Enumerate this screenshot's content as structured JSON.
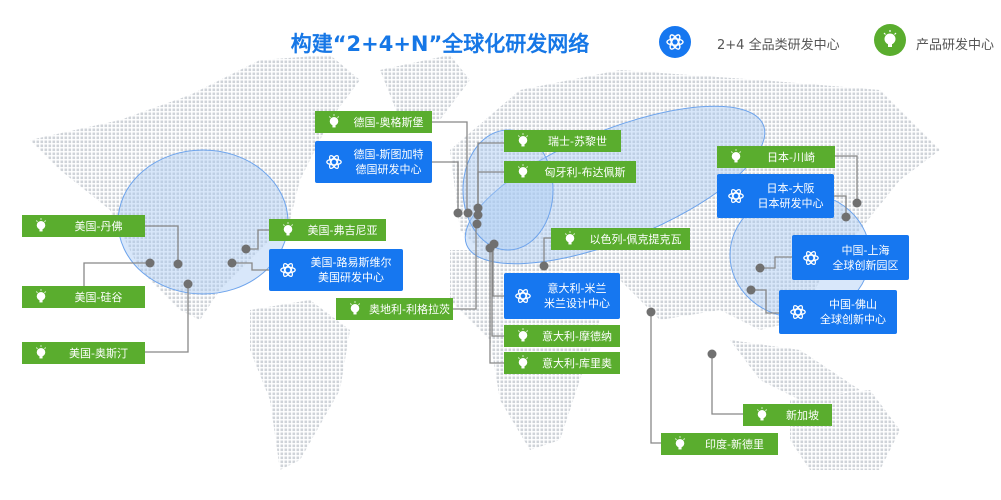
{
  "title": "构建“2+4+N”全球化研发网络",
  "legend": [
    {
      "icon": "atom-icon",
      "label": "2+4 全品类研发中心",
      "color": "#1677f0"
    },
    {
      "icon": "lightbulb-icon",
      "label": "产品研发中心",
      "color": "#5aad2e"
    }
  ],
  "colors": {
    "full_center": "#1677f0",
    "product_center": "#5aad2e",
    "connector": "#777777"
  },
  "centers": {
    "de_augsburg": {
      "type": "product",
      "label": "德国-奥格斯堡"
    },
    "de_stuttgart": {
      "type": "full",
      "line1": "德国-斯图加特",
      "line2": "德国研发中心"
    },
    "us_denver": {
      "type": "product",
      "label": "美国-丹佛"
    },
    "us_virginia": {
      "type": "product",
      "label": "美国-弗吉尼亚"
    },
    "us_louisville": {
      "type": "full",
      "line1": "美国-路易斯维尔",
      "line2": "美国研发中心"
    },
    "us_siliconvalley": {
      "type": "product",
      "label": "美国-硅谷"
    },
    "at_lienz": {
      "type": "product",
      "label": "奥地利-利格拉茨"
    },
    "us_austin": {
      "type": "product",
      "label": "美国-奥斯汀"
    },
    "ch_zurich": {
      "type": "product",
      "label": "瑞士-苏黎世"
    },
    "hu_budapest": {
      "type": "product",
      "label": "匈牙利-布达佩斯"
    },
    "il_petahtikva": {
      "type": "product",
      "label": "以色列-佩克提克瓦"
    },
    "it_milan": {
      "type": "full",
      "line1": "意大利-米兰",
      "line2": "米兰设计中心"
    },
    "it_modena": {
      "type": "product",
      "label": "意大利-摩德纳"
    },
    "it_cuorgne": {
      "type": "product",
      "label": "意大利-库里奥"
    },
    "jp_kawasaki": {
      "type": "product",
      "label": "日本-川崎"
    },
    "jp_osaka": {
      "type": "full",
      "line1": "日本-大阪",
      "line2": "日本研发中心"
    },
    "cn_shanghai": {
      "type": "full",
      "line1": "中国-上海",
      "line2": "全球创新园区"
    },
    "cn_foshan": {
      "type": "full",
      "line1": "中国-佛山",
      "line2": "全球创新中心"
    },
    "sg": {
      "type": "product",
      "label": "新加坡"
    },
    "in_newdelhi": {
      "type": "product",
      "label": "印度-新德里"
    }
  }
}
